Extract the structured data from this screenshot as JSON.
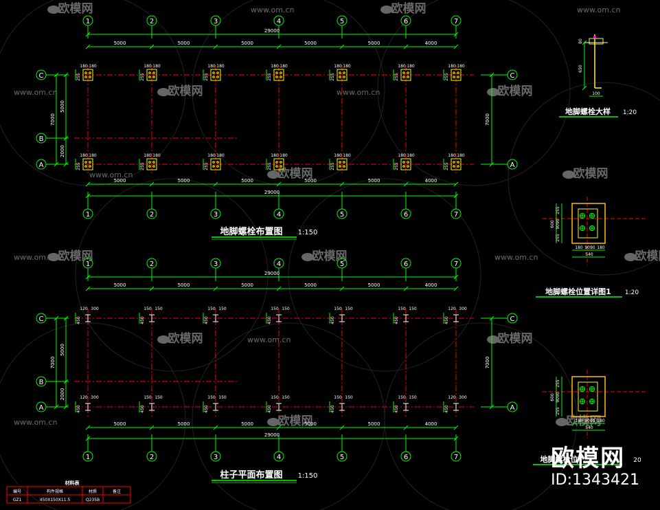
{
  "watermark": {
    "brand": "欧模网",
    "site": "www.om.cn",
    "site_partial": "om.cn",
    "id_text": "ID:1343421"
  },
  "grid_axes": {
    "numbers": [
      "1",
      "2",
      "3",
      "4",
      "5",
      "6",
      "7"
    ],
    "letters": [
      "C",
      "B",
      "A"
    ]
  },
  "plan1": {
    "title": "地脚螺栓布置图",
    "scale": "1:150",
    "spans": [
      "5000",
      "5000",
      "5000",
      "5000",
      "5000",
      "4000"
    ],
    "total": "29000",
    "left_dims": [
      "5000",
      "2000"
    ],
    "left_total": "7000",
    "right_total": "7000",
    "bolt_dim_h": [
      "180",
      "180"
    ],
    "bolt_dim_v": [
      "255",
      "180"
    ]
  },
  "plan2": {
    "title": "柱子平面布置图",
    "scale": "1:150",
    "spans": [
      "5000",
      "5000",
      "5000",
      "5000",
      "5000",
      "4000"
    ],
    "total": "29000",
    "left_dims": [
      "5000",
      "2000"
    ],
    "left_total": "7000",
    "right_total": "7000",
    "col_dims_edge": [
      "120",
      "300"
    ],
    "col_dims_mid": [
      "150",
      "150"
    ],
    "col_dim_v": [
      "450",
      "120"
    ]
  },
  "detail1": {
    "title": "地脚螺栓大样",
    "scale": "1:20",
    "dims_v": [
      "80",
      "650"
    ],
    "dims_h": [
      "100"
    ]
  },
  "detail2": {
    "title": "地脚螺栓位置详图1",
    "scale": "1:20",
    "dims_v": [
      "255",
      "9090",
      "255"
    ],
    "dim_v_total": "600",
    "dims_h": [
      "180",
      "9090",
      "180"
    ],
    "dim_h_total": "540"
  },
  "detail3": {
    "title_partial": "地脚螺栓位",
    "scale_partial": "20",
    "dims_v": [
      "255",
      "9090",
      "255"
    ],
    "dim_v_total": "600",
    "dims_h": [
      "180",
      "9090",
      "180"
    ],
    "dim_h_total": "540"
  },
  "material_table": {
    "title": "材料表",
    "headers": [
      "编号",
      "构件规格",
      "材质",
      "备注"
    ],
    "rows": [
      [
        "GZ1",
        "450X150X11.5",
        "Q235B",
        ""
      ]
    ]
  },
  "colors": {
    "background": "#000000",
    "axis_bubble": "#00ff00",
    "dimension": "#00ff00",
    "grid_line": "#ff0000",
    "text": "#ffffff",
    "member": "#ffff00",
    "plate": "#ffc000",
    "watermark": "#6a6a6a"
  }
}
